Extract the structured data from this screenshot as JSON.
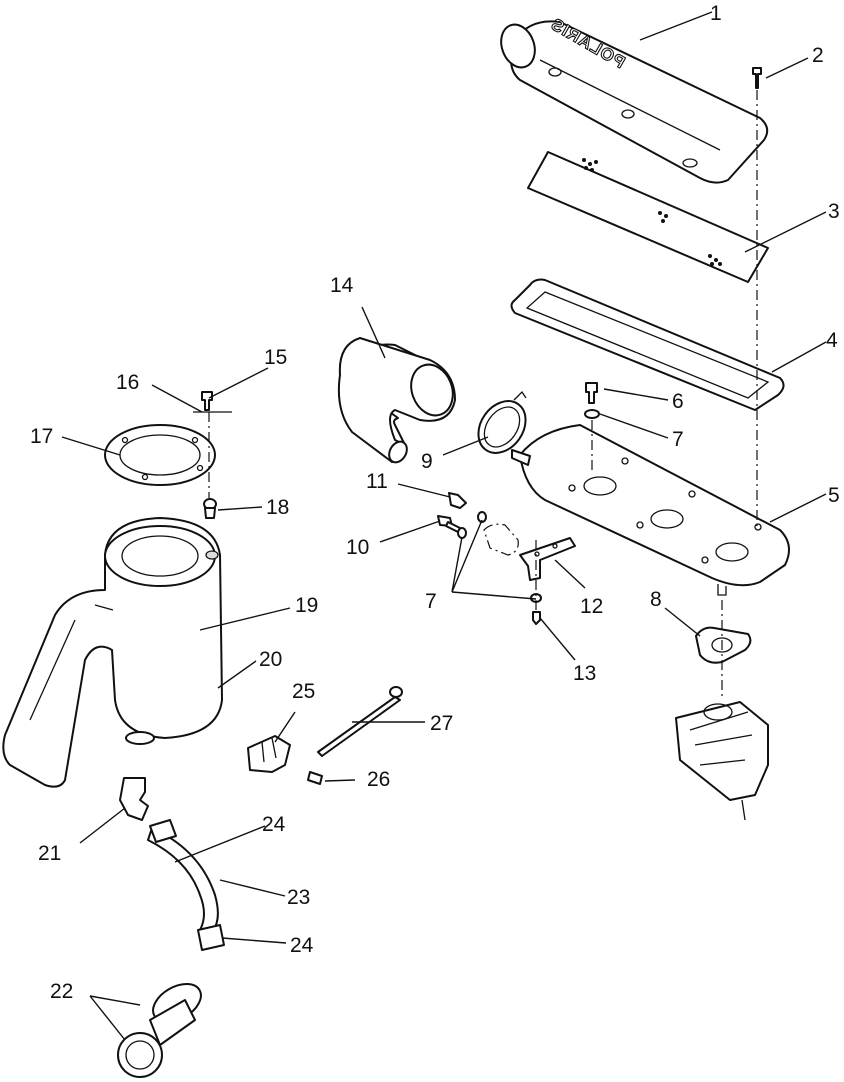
{
  "diagram": {
    "brand_text": "POLARIS",
    "callouts": [
      {
        "id": "1",
        "label": "1"
      },
      {
        "id": "2",
        "label": "2"
      },
      {
        "id": "3",
        "label": "3"
      },
      {
        "id": "4",
        "label": "4"
      },
      {
        "id": "5",
        "label": "5"
      },
      {
        "id": "6",
        "label": "6"
      },
      {
        "id": "7a",
        "label": "7"
      },
      {
        "id": "7b",
        "label": "7"
      },
      {
        "id": "8",
        "label": "8"
      },
      {
        "id": "9",
        "label": "9"
      },
      {
        "id": "10",
        "label": "10"
      },
      {
        "id": "11",
        "label": "11"
      },
      {
        "id": "12",
        "label": "12"
      },
      {
        "id": "13",
        "label": "13"
      },
      {
        "id": "14",
        "label": "14"
      },
      {
        "id": "15",
        "label": "15"
      },
      {
        "id": "16",
        "label": "16"
      },
      {
        "id": "17",
        "label": "17"
      },
      {
        "id": "18",
        "label": "18"
      },
      {
        "id": "19",
        "label": "19"
      },
      {
        "id": "20",
        "label": "20"
      },
      {
        "id": "21",
        "label": "21"
      },
      {
        "id": "22",
        "label": "22"
      },
      {
        "id": "23",
        "label": "23"
      },
      {
        "id": "24a",
        "label": "24"
      },
      {
        "id": "24b",
        "label": "24"
      },
      {
        "id": "25",
        "label": "25"
      },
      {
        "id": "26",
        "label": "26"
      },
      {
        "id": "27",
        "label": "27"
      }
    ]
  }
}
